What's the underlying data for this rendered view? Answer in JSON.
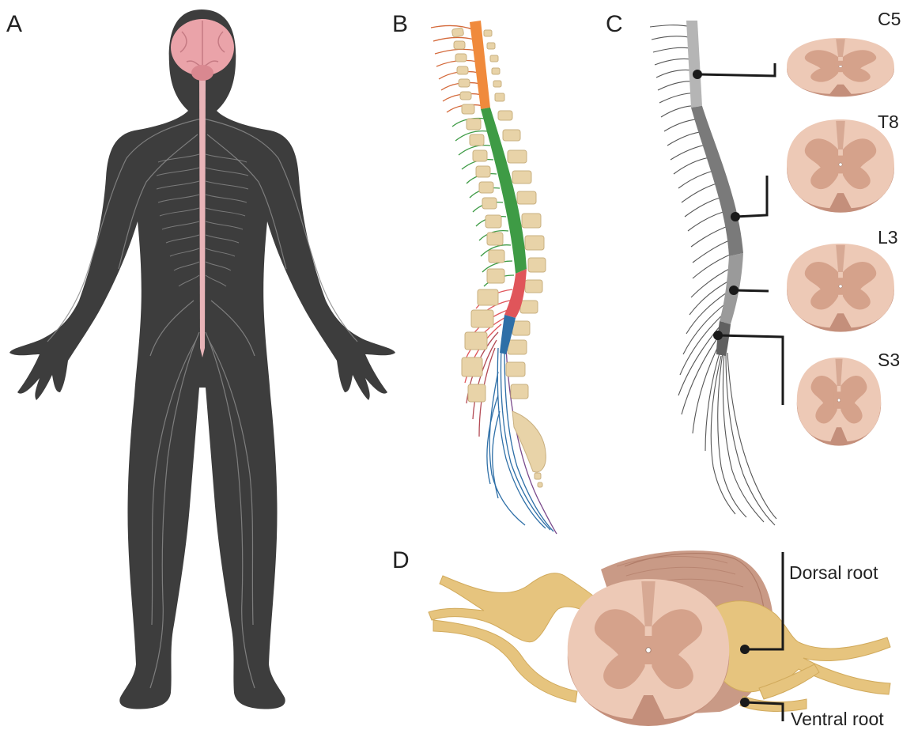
{
  "panels": {
    "a": "A",
    "b": "B",
    "c": "C",
    "d": "D"
  },
  "segments": {
    "c5": "C5",
    "t8": "T8",
    "l3": "L3",
    "s3": "S3"
  },
  "roots": {
    "dorsal": "Dorsal root",
    "ventral": "Ventral root"
  },
  "colors": {
    "body": "#3d3d3d",
    "nerves": "#8a8a8a",
    "cord": "#e8b4b8",
    "brain": "#eaa3a9",
    "cervical": "#f08a3c",
    "thoracic": "#3e9b45",
    "lumbar": "#e0555a",
    "sacral": "#2e6fa7",
    "coccygeal": "#7a4a8c",
    "vertebra": "#e8d3a8",
    "nerve_root": "#e6c47e",
    "white_matter": "#ecc7b4",
    "grey_matter": "#cf9e86"
  }
}
